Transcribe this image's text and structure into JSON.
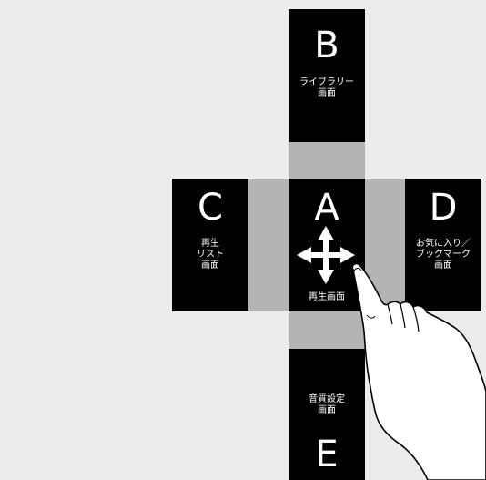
{
  "panels": {
    "a": {
      "letter": "A",
      "label": "再生画面"
    },
    "b": {
      "letter": "B",
      "label": "ライブラリー\n画面"
    },
    "c": {
      "letter": "C",
      "label": "再生\nリスト\n画面"
    },
    "d": {
      "letter": "D",
      "label": "お気に入り／\nブックマーク\n画面"
    },
    "e": {
      "letter": "E",
      "label": "音質設定\n画面"
    }
  },
  "icons": {
    "move_arrows": "four-way-arrow-icon",
    "hand": "swipe-hand-icon"
  },
  "colors": {
    "background": "#ececec",
    "panel": "#000000",
    "panel_text": "#ffffff",
    "connector": "#b4b4b4"
  }
}
